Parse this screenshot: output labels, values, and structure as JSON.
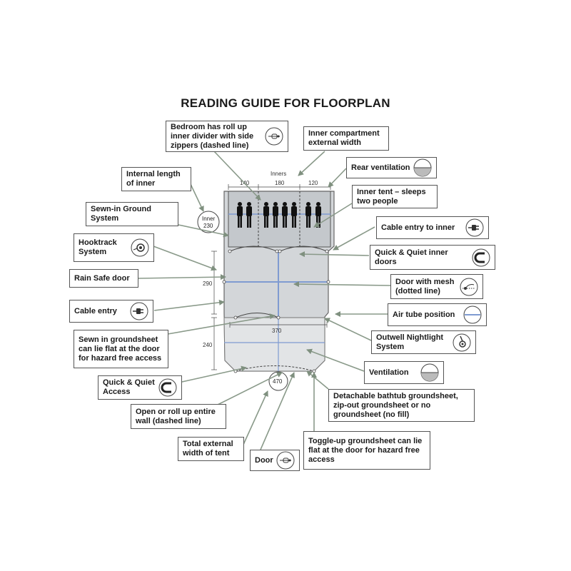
{
  "title": "READING GUIDE FOR FLOORPLAN",
  "labels": {
    "bedroom_divider": "Bedroom has roll up inner divider with side zippers (dashed line)",
    "inner_compartment_width": "Inner compartment external width",
    "rear_ventilation": "Rear ventilation",
    "internal_length": "Internal length of inner",
    "inner_tent": "Inner tent – sleeps two people",
    "sewn_in_ground": "Sewn-in Ground System",
    "cable_entry_inner": "Cable entry to inner",
    "hooktrack": "Hooktrack System",
    "quick_quiet_inner": "Quick & Quiet inner doors",
    "rain_safe": "Rain Safe door",
    "door_mesh": "Door with mesh (dotted line)",
    "cable_entry": "Cable entry",
    "air_tube": "Air tube position",
    "sewn_groundsheet": "Sewn in groundsheet can lie flat at the door for hazard free access",
    "nightlight": "Outwell Nightlight System",
    "ventilation": "Ventilation",
    "quick_quiet_access": "Quick & Quiet Access",
    "bathtub": "Detachable bathtub groundsheet, zip-out groundsheet or no groundsheet (no fill)",
    "open_wall": "Open or roll up entire wall (dashed line)",
    "toggle_up": "Toggle-up groundsheet can lie flat at the door for hazard free access",
    "total_width": "Total external width of tent",
    "door": "Door"
  },
  "dimensions": {
    "inners_label": "Inners",
    "w140": "140",
    "w180": "180",
    "w120": "120",
    "inner_circle_1": "Inner",
    "inner_circle_2": "230",
    "d290": "290",
    "d240": "240",
    "d370": "370",
    "d470": "470"
  },
  "icons": {
    "bedroom_divider": "zipper-icon",
    "rear_ventilation": "vent-half-circle-icon",
    "cable_entry_inner": "plug-icon",
    "hooktrack": "hooktrack-icon",
    "quick_quiet_inner": "magnet-icon",
    "door_mesh": "mesh-door-icon",
    "cable_entry": "plug-icon",
    "air_tube": "air-tube-icon",
    "nightlight": "nightlight-icon",
    "ventilation": "vent-half-circle-icon",
    "quick_quiet_access": "magnet-icon",
    "door": "zipper-icon"
  },
  "colors": {
    "arrow": "#8a9a8a",
    "floor": "#cfd3d6",
    "inner": "#c7cbcf",
    "tube": "#7f9bd1"
  }
}
